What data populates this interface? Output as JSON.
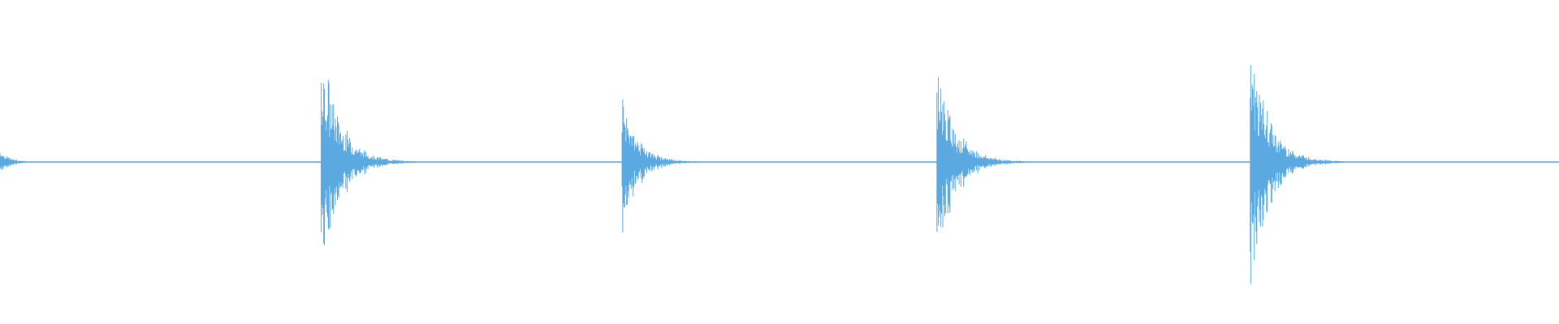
{
  "waveform": {
    "color": "#5aa9e0",
    "amplitude_range": [
      -1,
      1
    ],
    "duration_fraction": [
      0,
      1
    ],
    "transients": [
      {
        "position": 0.0,
        "peak": 0.08,
        "decay": 0.006
      },
      {
        "position": 0.206,
        "peak": 0.68,
        "decay": 0.012
      },
      {
        "position": 0.399,
        "peak": 0.4,
        "decay": 0.01
      },
      {
        "position": 0.601,
        "peak": 0.55,
        "decay": 0.012
      },
      {
        "position": 0.802,
        "peak": 0.72,
        "decay": 0.012
      }
    ]
  }
}
